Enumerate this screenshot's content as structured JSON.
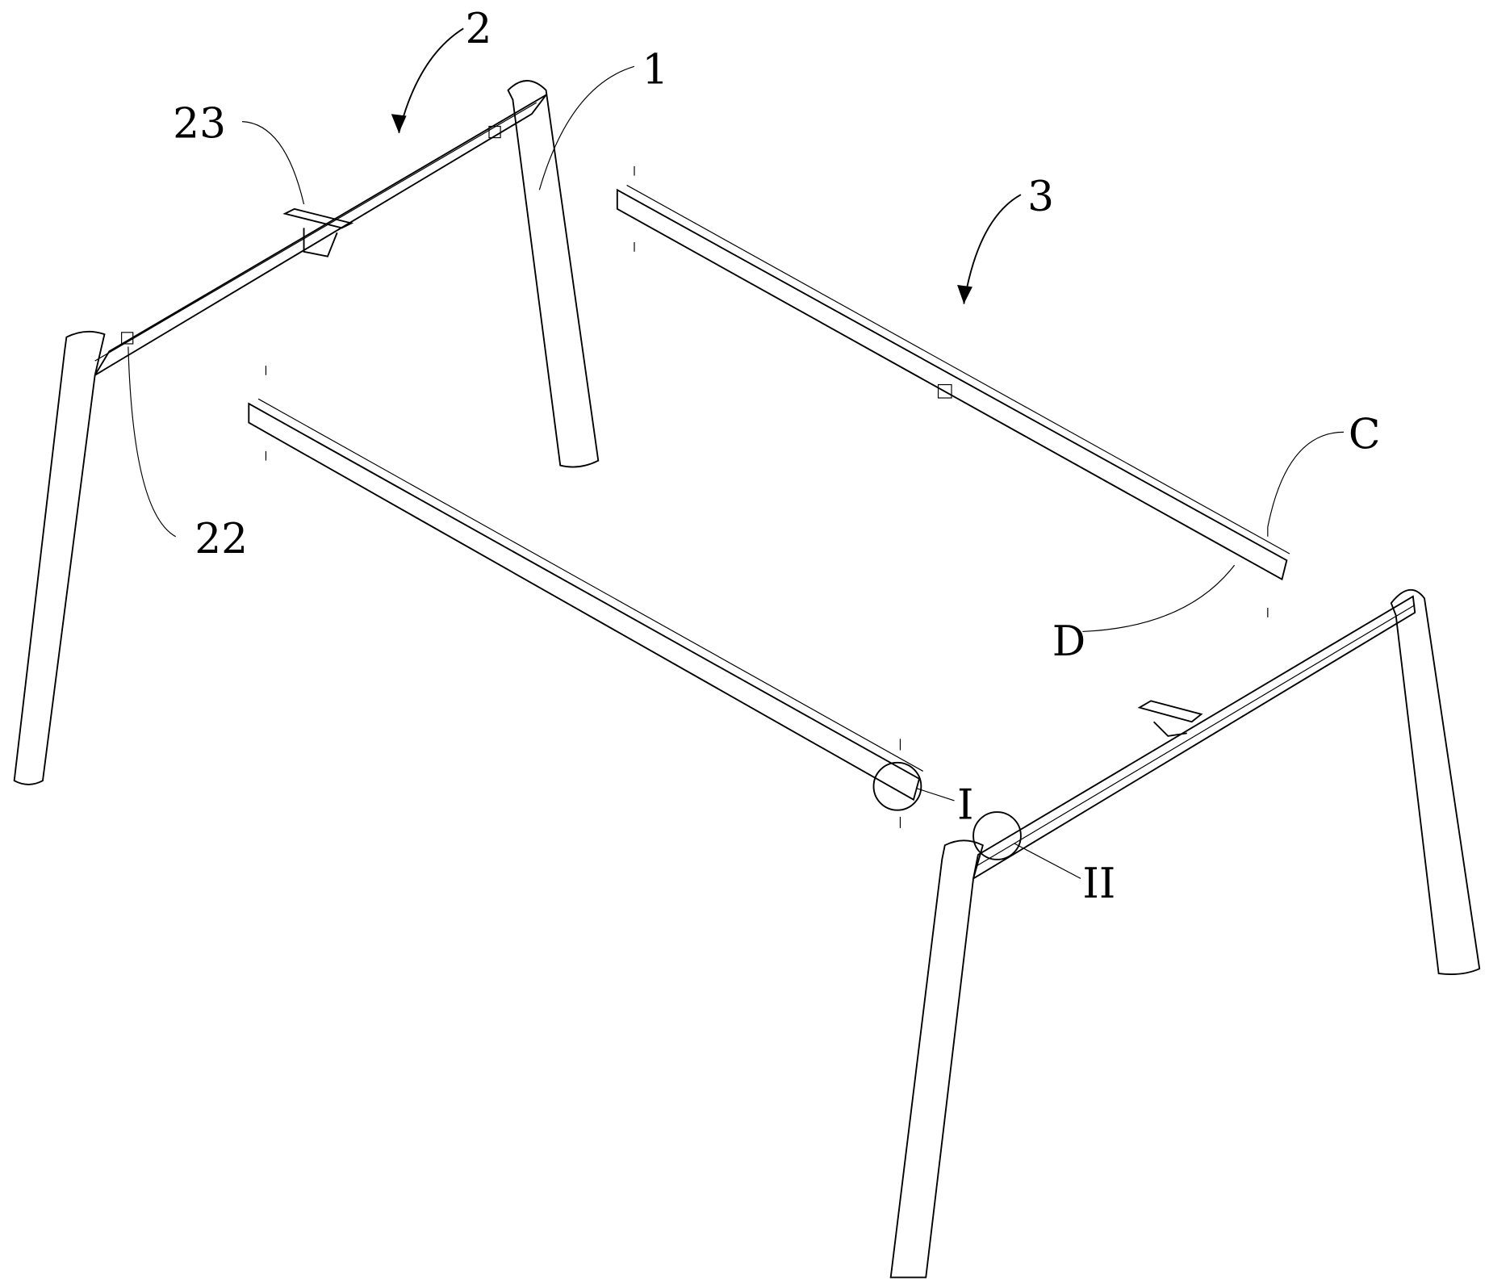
{
  "figure": {
    "labels": {
      "frame_assembly": "2",
      "leg": "1",
      "mount_bracket": "23",
      "crossbeam_assembly": "3",
      "screw": "C",
      "slot_hole": "22",
      "connector": "D",
      "detail_one": "I",
      "detail_two": "II"
    }
  }
}
